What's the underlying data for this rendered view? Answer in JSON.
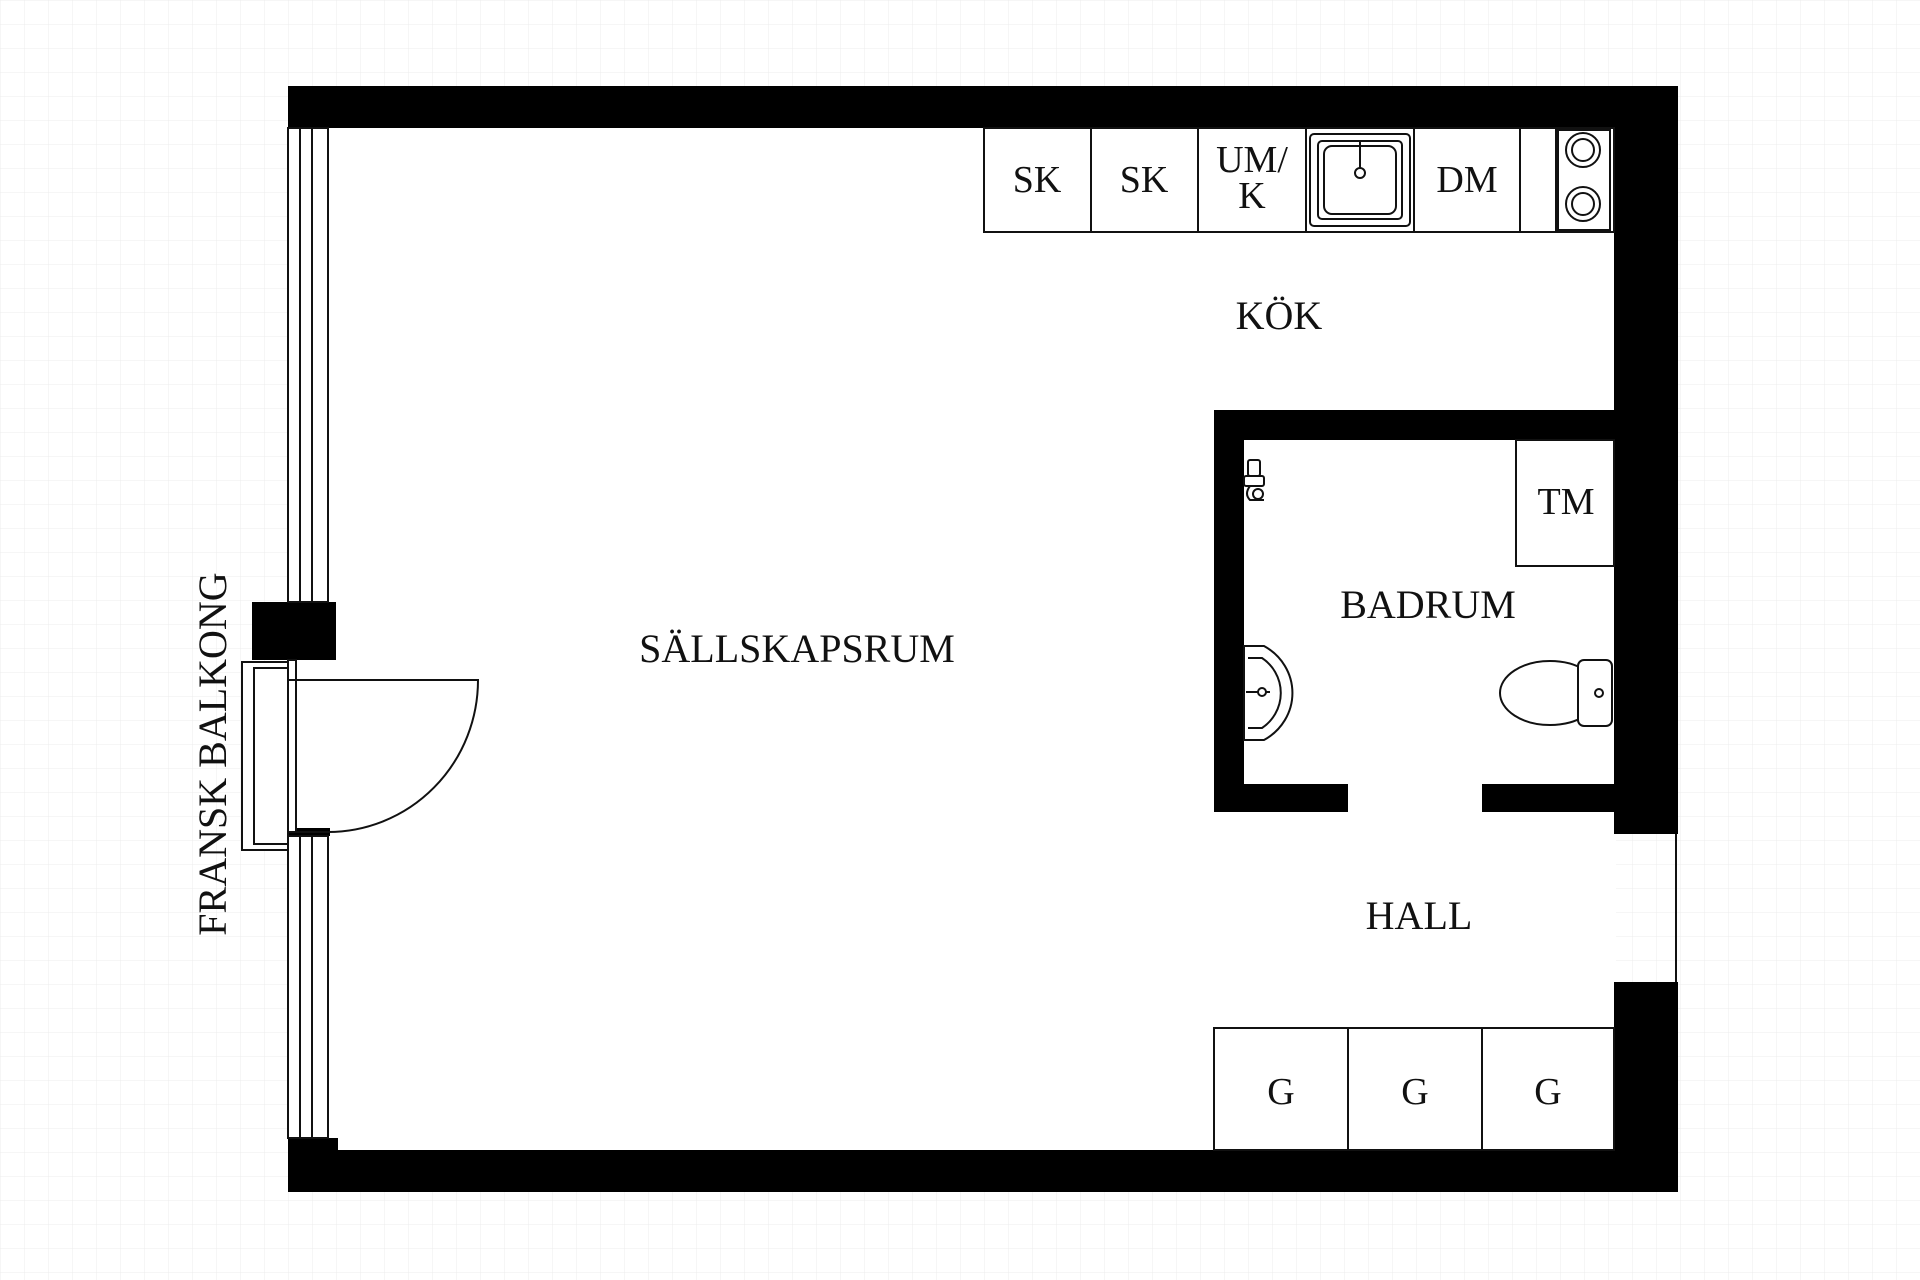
{
  "rooms": {
    "living": "SÄLLSKAPSRUM",
    "kitchen": "KÖK",
    "bathroom": "BADRUM",
    "hall": "HALL",
    "balcony": "FRANSK BALKONG"
  },
  "kitchen_units": {
    "sk1": "SK",
    "sk2": "SK",
    "umk_line1": "UM/",
    "umk_line2": "K",
    "dm": "DM"
  },
  "bathroom_units": {
    "tm": "TM"
  },
  "hall_units": {
    "g1": "G",
    "g2": "G",
    "g3": "G"
  },
  "colors": {
    "wall": "#000000",
    "background": "#ffffff",
    "grid": "#ececec"
  }
}
